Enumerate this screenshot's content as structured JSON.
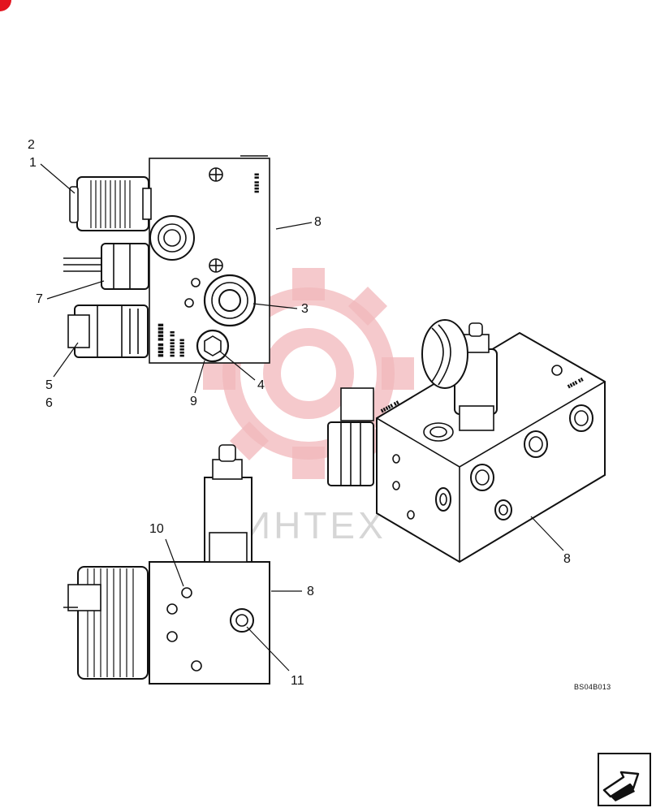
{
  "diagram": {
    "callouts": {
      "c1": "1",
      "c2": "2",
      "c3": "3",
      "c4": "4",
      "c5": "5",
      "c6": "6",
      "c7": "7",
      "c8a": "8",
      "c8b": "8",
      "c8c": "8",
      "c9": "9",
      "c10": "10",
      "c11": "11"
    },
    "drawing_code": "BS04B013",
    "watermark_text": "ИНТЕХ"
  },
  "colors": {
    "ink": "#111111",
    "watermark": "#f2b8bb",
    "accent_red": "#e3141f"
  },
  "nav": {
    "icon": "arrow-icon"
  }
}
